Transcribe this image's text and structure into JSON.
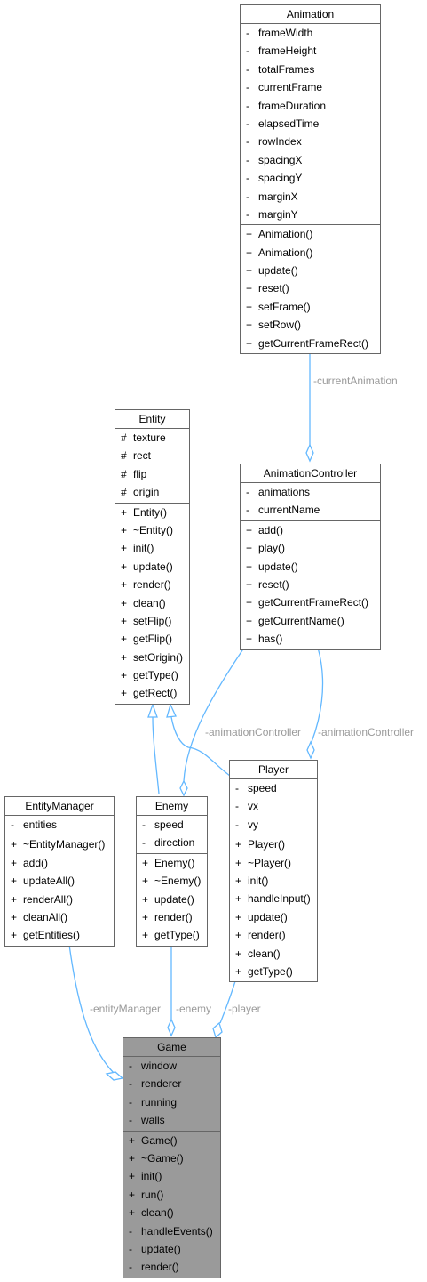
{
  "classes": {
    "animation": {
      "name": "Animation",
      "attributes": [
        {
          "vis": "-",
          "name": "frameWidth"
        },
        {
          "vis": "-",
          "name": "frameHeight"
        },
        {
          "vis": "-",
          "name": "totalFrames"
        },
        {
          "vis": "-",
          "name": "currentFrame"
        },
        {
          "vis": "-",
          "name": "frameDuration"
        },
        {
          "vis": "-",
          "name": "elapsedTime"
        },
        {
          "vis": "-",
          "name": "rowIndex"
        },
        {
          "vis": "-",
          "name": "spacingX"
        },
        {
          "vis": "-",
          "name": "spacingY"
        },
        {
          "vis": "-",
          "name": "marginX"
        },
        {
          "vis": "-",
          "name": "marginY"
        }
      ],
      "methods": [
        {
          "vis": "+",
          "name": "Animation()"
        },
        {
          "vis": "+",
          "name": "Animation()"
        },
        {
          "vis": "+",
          "name": "update()"
        },
        {
          "vis": "+",
          "name": "reset()"
        },
        {
          "vis": "+",
          "name": "setFrame()"
        },
        {
          "vis": "+",
          "name": "setRow()"
        },
        {
          "vis": "+",
          "name": "getCurrentFrameRect()"
        }
      ]
    },
    "entity": {
      "name": "Entity",
      "attributes": [
        {
          "vis": "#",
          "name": "texture"
        },
        {
          "vis": "#",
          "name": "rect"
        },
        {
          "vis": "#",
          "name": "flip"
        },
        {
          "vis": "#",
          "name": "origin"
        }
      ],
      "methods": [
        {
          "vis": "+",
          "name": "Entity()"
        },
        {
          "vis": "+",
          "name": "~Entity()"
        },
        {
          "vis": "+",
          "name": "init()"
        },
        {
          "vis": "+",
          "name": "update()"
        },
        {
          "vis": "+",
          "name": "render()"
        },
        {
          "vis": "+",
          "name": "clean()"
        },
        {
          "vis": "+",
          "name": "setFlip()"
        },
        {
          "vis": "+",
          "name": "getFlip()"
        },
        {
          "vis": "+",
          "name": "setOrigin()"
        },
        {
          "vis": "+",
          "name": "getType()"
        },
        {
          "vis": "+",
          "name": "getRect()"
        }
      ]
    },
    "animation_controller": {
      "name": "AnimationController",
      "attributes": [
        {
          "vis": "-",
          "name": "animations"
        },
        {
          "vis": "-",
          "name": "currentName"
        }
      ],
      "methods": [
        {
          "vis": "+",
          "name": "add()"
        },
        {
          "vis": "+",
          "name": "play()"
        },
        {
          "vis": "+",
          "name": "update()"
        },
        {
          "vis": "+",
          "name": "reset()"
        },
        {
          "vis": "+",
          "name": "getCurrentFrameRect()"
        },
        {
          "vis": "+",
          "name": "getCurrentName()"
        },
        {
          "vis": "+",
          "name": "has()"
        }
      ]
    },
    "player": {
      "name": "Player",
      "attributes": [
        {
          "vis": "-",
          "name": "speed"
        },
        {
          "vis": "-",
          "name": "vx"
        },
        {
          "vis": "-",
          "name": "vy"
        }
      ],
      "methods": [
        {
          "vis": "+",
          "name": "Player()"
        },
        {
          "vis": "+",
          "name": "~Player()"
        },
        {
          "vis": "+",
          "name": "init()"
        },
        {
          "vis": "+",
          "name": "handleInput()"
        },
        {
          "vis": "+",
          "name": "update()"
        },
        {
          "vis": "+",
          "name": "render()"
        },
        {
          "vis": "+",
          "name": "clean()"
        },
        {
          "vis": "+",
          "name": "getType()"
        }
      ]
    },
    "entity_manager": {
      "name": "EntityManager",
      "attributes": [
        {
          "vis": "-",
          "name": "entities"
        }
      ],
      "methods": [
        {
          "vis": "+",
          "name": "~EntityManager()"
        },
        {
          "vis": "+",
          "name": "add()"
        },
        {
          "vis": "+",
          "name": "updateAll()"
        },
        {
          "vis": "+",
          "name": "renderAll()"
        },
        {
          "vis": "+",
          "name": "cleanAll()"
        },
        {
          "vis": "+",
          "name": "getEntities()"
        }
      ]
    },
    "enemy": {
      "name": "Enemy",
      "attributes": [
        {
          "vis": "-",
          "name": "speed"
        },
        {
          "vis": "-",
          "name": "direction"
        }
      ],
      "methods": [
        {
          "vis": "+",
          "name": "Enemy()"
        },
        {
          "vis": "+",
          "name": "~Enemy()"
        },
        {
          "vis": "+",
          "name": "update()"
        },
        {
          "vis": "+",
          "name": "render()"
        },
        {
          "vis": "+",
          "name": "getType()"
        }
      ]
    },
    "game": {
      "name": "Game",
      "attributes": [
        {
          "vis": "-",
          "name": "window"
        },
        {
          "vis": "-",
          "name": "renderer"
        },
        {
          "vis": "-",
          "name": "running"
        },
        {
          "vis": "-",
          "name": "walls"
        }
      ],
      "methods": [
        {
          "vis": "+",
          "name": "Game()"
        },
        {
          "vis": "+",
          "name": "~Game()"
        },
        {
          "vis": "+",
          "name": "init()"
        },
        {
          "vis": "+",
          "name": "run()"
        },
        {
          "vis": "+",
          "name": "clean()"
        },
        {
          "vis": "-",
          "name": "handleEvents()"
        },
        {
          "vis": "-",
          "name": "update()"
        },
        {
          "vis": "-",
          "name": "render()"
        }
      ]
    }
  },
  "edge_labels": {
    "current_animation": "-currentAnimation",
    "animation_controller_enemy": "-animationController",
    "animation_controller_player": "-animationController",
    "entity_manager": "-entityManager",
    "enemy": "-enemy",
    "player": "-player"
  },
  "colors": {
    "edge": "#63b8ff",
    "label": "#9a9a9a",
    "border": "#666666",
    "focus_fill": "#9a9a9a"
  }
}
